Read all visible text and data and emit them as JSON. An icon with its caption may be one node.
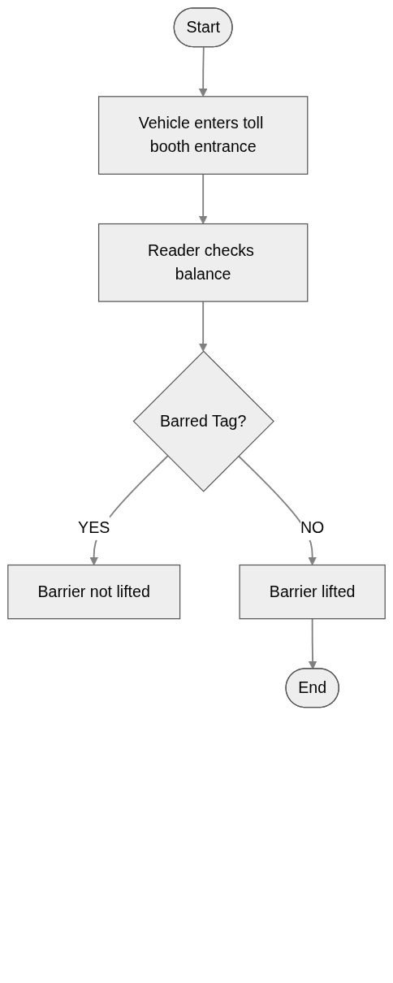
{
  "diagram": {
    "nodes": [
      {
        "text": [
          "Start"
        ]
      },
      {
        "text": [
          "Vehicle enters toll booth entrance"
        ]
      },
      {
        "text": [
          "Reader checks balance"
        ]
      },
      {
        "text": [
          "Barred Tag?"
        ]
      },
      {
        "text": [
          "Barrier not lifted"
        ]
      },
      {
        "text": [
          "Barrier lifted"
        ]
      },
      {
        "text": [
          "End"
        ]
      }
    ],
    "edges": [
      {
        "from": 0,
        "to": 1,
        "arrow": "to"
      },
      {
        "from": 1,
        "to": 2,
        "arrow": "to"
      },
      {
        "from": 2,
        "to": 3,
        "arrow": "to"
      },
      {
        "from": 3,
        "to": 4,
        "arrow": "to",
        "label": "YES"
      },
      {
        "from": 3,
        "to": 5,
        "arrow": "to",
        "label": "NO"
      },
      {
        "from": 5,
        "to": 6,
        "arrow": "to"
      }
    ]
  }
}
